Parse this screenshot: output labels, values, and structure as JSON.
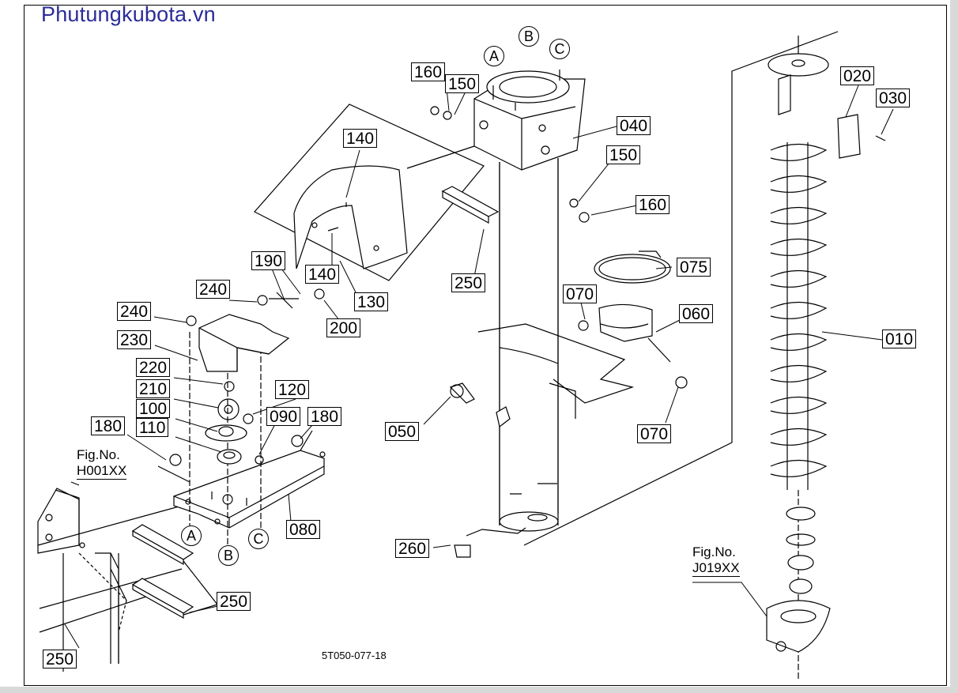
{
  "brand": "Phutungkubota.vn",
  "drawing_code": "5T050-077-18",
  "fig_refs": [
    {
      "line1": "Fig.No.",
      "line2": "H001XX"
    },
    {
      "line1": "Fig.No.",
      "line2": "J019XX"
    }
  ],
  "circle_refs": [
    "A",
    "B",
    "C",
    "A",
    "B",
    "C"
  ],
  "part_labels": [
    "160",
    "150",
    "040",
    "150",
    "160",
    "020",
    "030",
    "140",
    "250",
    "140",
    "130",
    "190",
    "240",
    "200",
    "075",
    "070",
    "060",
    "240",
    "230",
    "010",
    "220",
    "120",
    "210",
    "100",
    "180",
    "090",
    "180",
    "110",
    "050",
    "070",
    "080",
    "260",
    "250",
    "250"
  ],
  "colors": {
    "brand": "#2b2b99",
    "line": "#000000",
    "background": "#ffffff"
  }
}
